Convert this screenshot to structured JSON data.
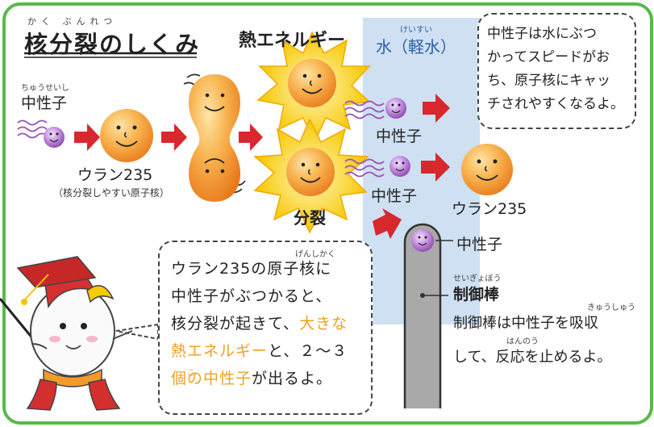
{
  "title": {
    "ruby": "かく ぶんれつ",
    "text": "核分裂のしくみ"
  },
  "heat_label": "熱エネルギー",
  "water": {
    "ruby": "けいすい",
    "text": "水（軽水）"
  },
  "neutron_left": {
    "ruby": "ちゅうせいし",
    "text": "中性子"
  },
  "uranium_left": {
    "text": "ウラン235",
    "sub": "（核分裂しやすい原子核）"
  },
  "fission_label": "分裂",
  "neutron_mid1": "中性子",
  "neutron_mid2": "中性子",
  "uranium_right": "ウラン235",
  "bubble_top": {
    "lines": [
      "中性子は水にぶつ",
      "かってスピードがお",
      "ち、原子核にキャッ",
      "チされやすくなるよ。"
    ]
  },
  "rod": {
    "neutron": "中性子",
    "name_ruby": "せいぎょぼう",
    "name": "制御棒",
    "ruby2": "きゅうしゅう",
    "desc1": "制御棒は中性子を吸収",
    "ruby3": "はんのう",
    "desc2": "して、反応を止めるよ。"
  },
  "bubble_bottom": {
    "ruby": "げんしかく",
    "line1": "ウラン235の原子核に",
    "line2": "中性子がぶつかると、",
    "line3a": "核分裂が起きて、",
    "line3b": "大きな",
    "line4a": "熱エネルギー",
    "line4b": "と、２〜３",
    "ruby_ko": "こ",
    "line5a": "個の中性子",
    "line5b": "が出るよ。"
  },
  "colors": {
    "frame": "#59b84a",
    "water": "#cfe0f3",
    "arrow": "#d9272e",
    "uranium": "#f39a2a",
    "neutron": "#9a55b8",
    "burst": "#f7c700",
    "highlight": "#f0a020"
  }
}
